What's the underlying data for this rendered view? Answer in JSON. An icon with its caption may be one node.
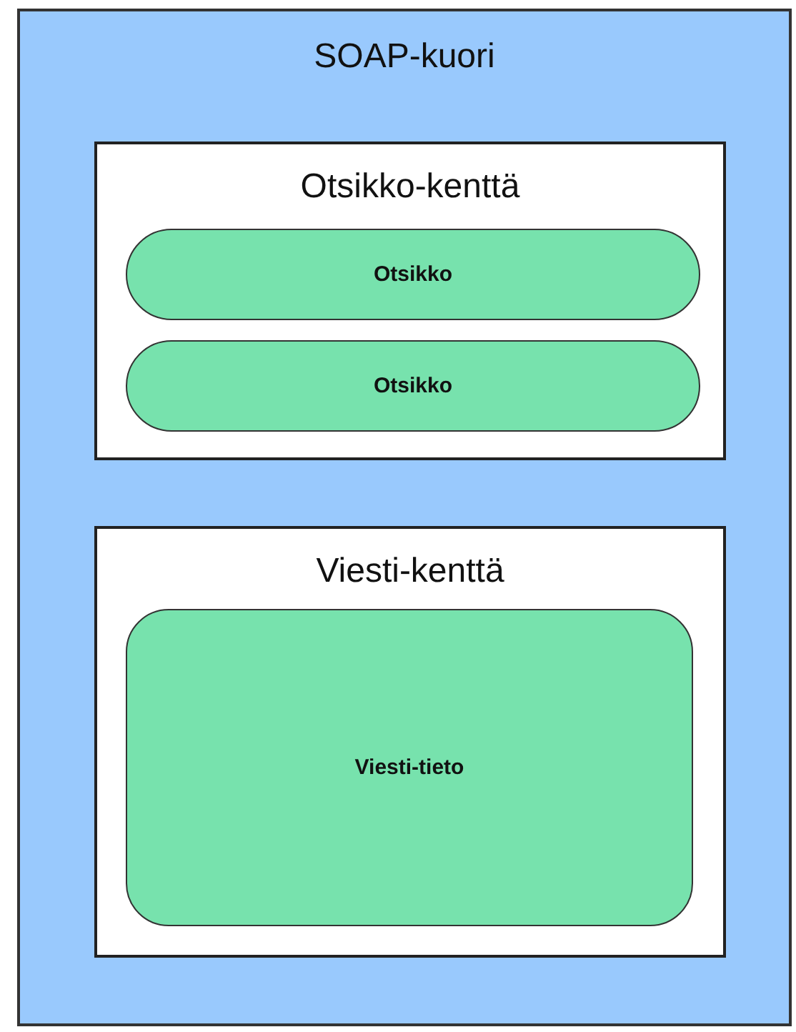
{
  "diagram": {
    "nodes": [
      {
        "text": [
          "SOAP-kuori"
        ]
      },
      {
        "text": [
          "Otsikko-kenttä"
        ],
        "in": 0
      },
      {
        "text": [
          "Otsikko"
        ],
        "in": 1
      },
      {
        "text": [
          "Otsikko"
        ],
        "in": 1
      },
      {
        "text": [
          "Viesti-kenttä"
        ],
        "in": 0
      },
      {
        "text": [
          "Viesti-tieto"
        ],
        "in": 4
      }
    ]
  }
}
